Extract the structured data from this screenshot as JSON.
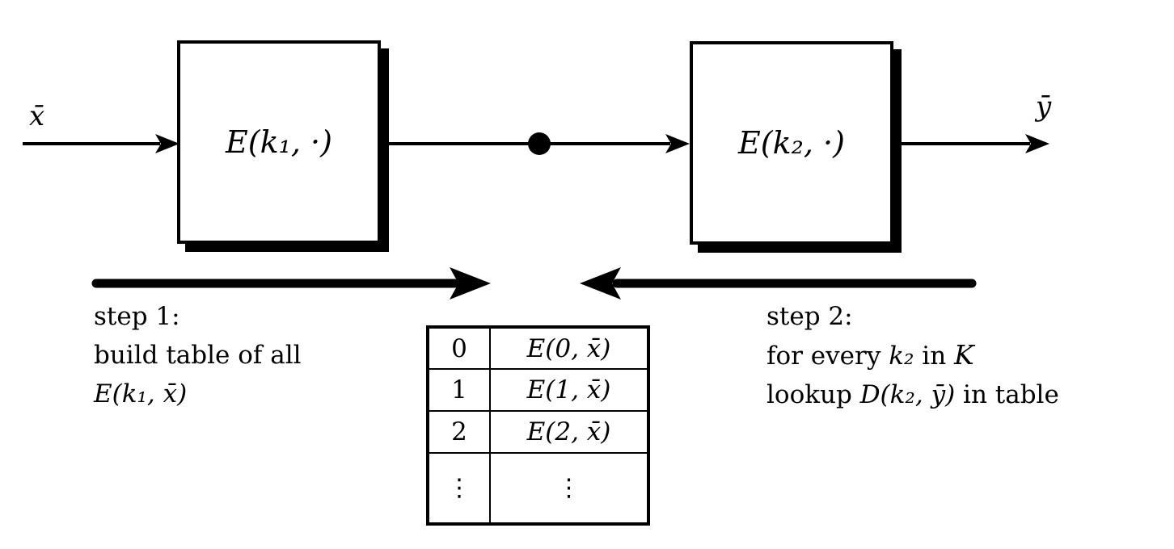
{
  "diagram": {
    "title_semantic": "double encryption meet-in-the-middle attack",
    "input_label": "x̄",
    "output_label": "ȳ",
    "box1_label": "E(k₁, ·)",
    "box2_label": "E(k₂, ·)",
    "step1": {
      "line1": "step 1:",
      "line2": "build table of all",
      "line3": "E(k₁, x̄)"
    },
    "step2": {
      "line1": "step 2:",
      "line2_pre": "for every ",
      "line2_key": "k₂",
      "line2_mid": " in ",
      "line2_keyspace": "K",
      "line3_pre": "lookup ",
      "line3_math": "D(k₂, ȳ)",
      "line3_post": " in table"
    },
    "table": {
      "rows": [
        {
          "key": "0",
          "value": "E(0, x̄)"
        },
        {
          "key": "1",
          "value": "E(1, x̄)"
        },
        {
          "key": "2",
          "value": "E(2, x̄)"
        },
        {
          "key": "⋮",
          "value": "⋮"
        }
      ]
    },
    "colors": {
      "ink": "#000000",
      "background": "#ffffff"
    }
  }
}
